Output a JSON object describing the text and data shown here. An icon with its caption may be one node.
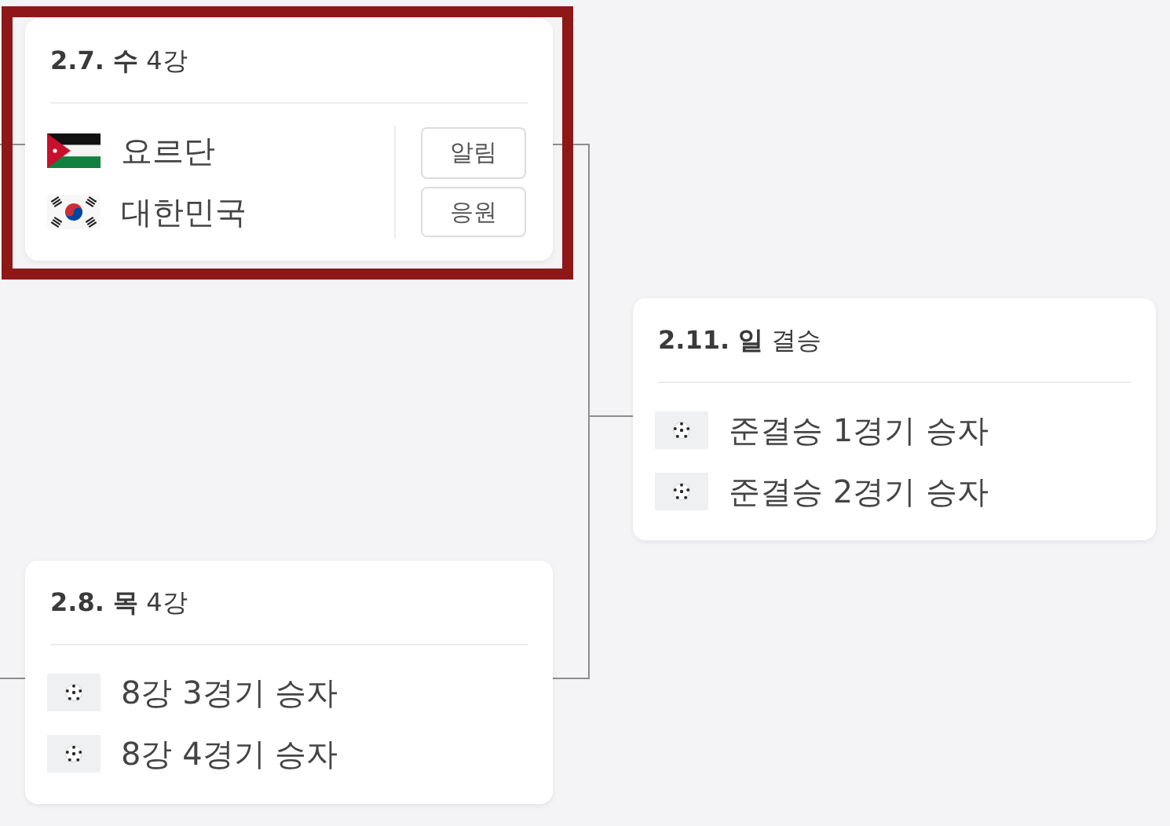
{
  "diagram": {
    "nodes": [
      {
        "text": [],
        "shape": "box"
      },
      {
        "text": [
          "**2.7. 수** 4강",
          "요르단",
          "대한민국"
        ],
        "in": 0
      },
      {
        "text": [
          "알림"
        ],
        "in": 1
      },
      {
        "text": [
          "응원"
        ],
        "in": 1
      },
      {
        "text": [
          "**2.11. 일** 결승",
          "준결승 1경기 승자",
          "준결승 2경기 승자"
        ]
      },
      {
        "text": [
          "**2.8. 목** 4강",
          "8강 3경기 승자",
          "8강 4경기 승자"
        ]
      }
    ],
    "edges": [
      {
        "from": null,
        "to": 1,
        "arrow": "none"
      },
      {
        "from": 1,
        "to": 4,
        "arrow": "none"
      },
      {
        "from": 5,
        "to": 4,
        "arrow": "none"
      },
      {
        "from": null,
        "to": 5,
        "arrow": "none"
      }
    ]
  }
}
